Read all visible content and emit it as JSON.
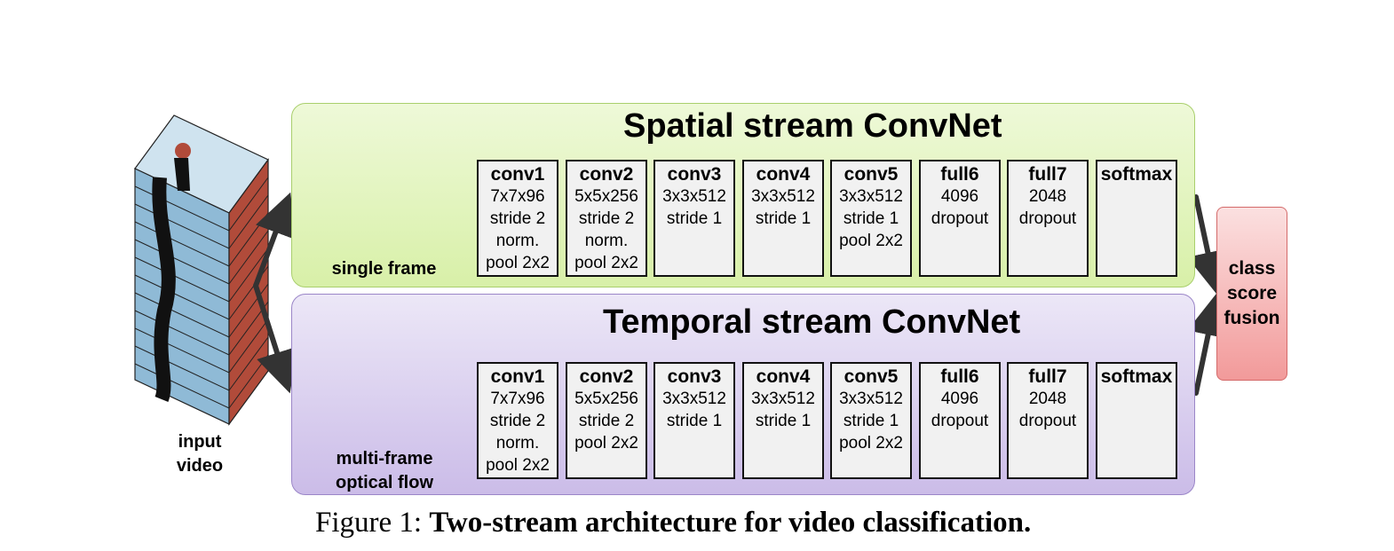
{
  "streams": {
    "spatial": {
      "title": "Spatial stream ConvNet",
      "input_label": "single frame",
      "layers": [
        {
          "name": "conv1",
          "lines": [
            "7x7x96",
            "stride 2",
            "norm.",
            "pool 2x2"
          ]
        },
        {
          "name": "conv2",
          "lines": [
            "5x5x256",
            "stride 2",
            "norm.",
            "pool 2x2"
          ]
        },
        {
          "name": "conv3",
          "lines": [
            "3x3x512",
            "stride 1"
          ]
        },
        {
          "name": "conv4",
          "lines": [
            "3x3x512",
            "stride 1"
          ]
        },
        {
          "name": "conv5",
          "lines": [
            "3x3x512",
            "stride 1",
            "pool 2x2"
          ]
        },
        {
          "name": "full6",
          "lines": [
            "4096",
            "dropout"
          ]
        },
        {
          "name": "full7",
          "lines": [
            "2048",
            "dropout"
          ]
        },
        {
          "name": "softmax",
          "lines": []
        }
      ]
    },
    "temporal": {
      "title": "Temporal stream ConvNet",
      "input_label_line1": "multi-frame",
      "input_label_line2": "optical flow",
      "layers": [
        {
          "name": "conv1",
          "lines": [
            "7x7x96",
            "stride 2",
            "norm.",
            "pool 2x2"
          ]
        },
        {
          "name": "conv2",
          "lines": [
            "5x5x256",
            "stride 2",
            "pool 2x2"
          ]
        },
        {
          "name": "conv3",
          "lines": [
            "3x3x512",
            "stride 1"
          ]
        },
        {
          "name": "conv4",
          "lines": [
            "3x3x512",
            "stride 1"
          ]
        },
        {
          "name": "conv5",
          "lines": [
            "3x3x512",
            "stride 1",
            "pool 2x2"
          ]
        },
        {
          "name": "full6",
          "lines": [
            "4096",
            "dropout"
          ]
        },
        {
          "name": "full7",
          "lines": [
            "2048",
            "dropout"
          ]
        },
        {
          "name": "softmax",
          "lines": []
        }
      ]
    }
  },
  "input_video": {
    "line1": "input",
    "line2": "video"
  },
  "fusion": {
    "line1": "class",
    "line2": "score",
    "line3": "fusion"
  },
  "caption": {
    "prefix": "Figure 1:",
    "body": "Two-stream architecture for video classification."
  },
  "colors": {
    "spatial_panel": "#d8f0a8",
    "temporal_panel": "#cbbce8",
    "fusion_box": "#f29a9a",
    "layer_box": "#f1f1f1",
    "arrow": "#333333"
  }
}
